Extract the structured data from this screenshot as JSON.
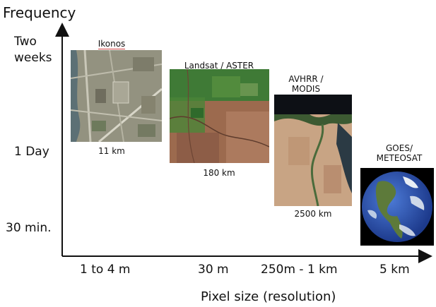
{
  "title": "Frequency",
  "y_axis": {
    "ticks": [
      {
        "line1": "Two",
        "line2": "weeks"
      },
      {
        "line1": "1 Day"
      },
      {
        "line1": "30 min."
      }
    ]
  },
  "x_axis": {
    "label": "Pixel size (resolution)",
    "ticks": [
      "1 to 4 m",
      "30 m",
      "250m - 1 km",
      "5 km"
    ]
  },
  "sensors": [
    {
      "name": "Ikonos",
      "swath": "11 km",
      "image": "urban-aerial-image"
    },
    {
      "name": "Landsat / ASTER",
      "swath": "180 km",
      "image": "agricultural-region-image"
    },
    {
      "name_line1": "AVHRR /",
      "name_line2": "MODIS",
      "swath": "2500 km",
      "image": "nile-desert-image"
    },
    {
      "name_line1": "GOES/",
      "name_line2": "METEOSAT",
      "swath": "",
      "image": "earth-globe-image"
    }
  ]
}
